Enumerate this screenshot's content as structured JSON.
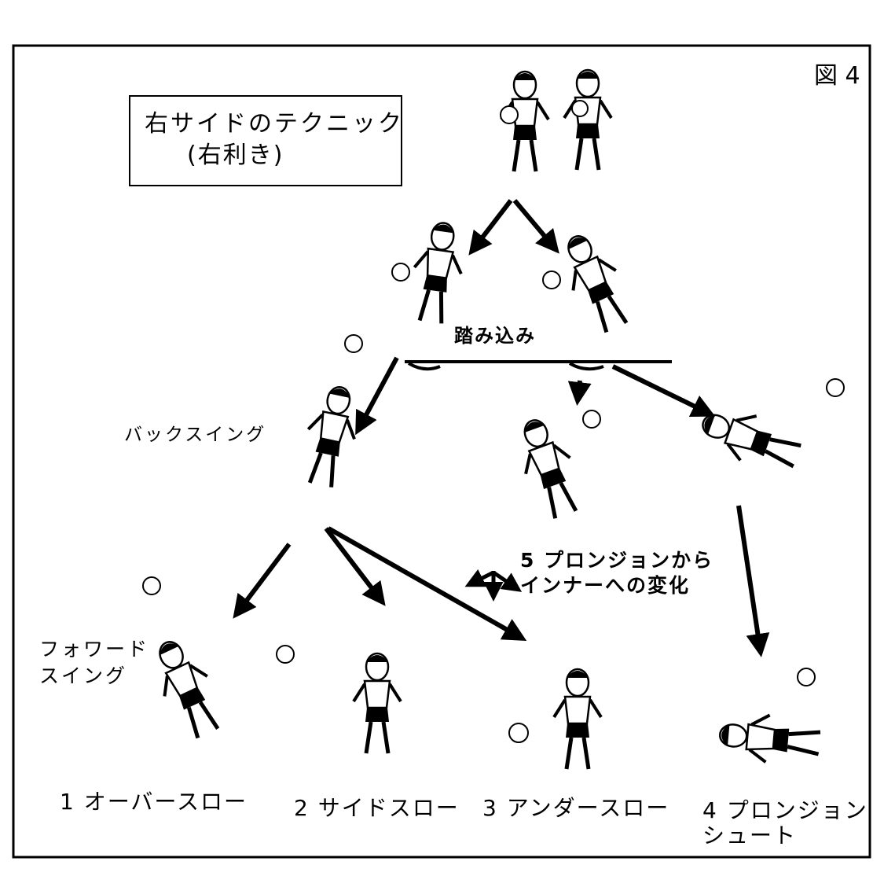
{
  "figure_label": "図 4",
  "title": {
    "line1": "右サイドのテクニック",
    "line2": "(右利き)"
  },
  "labels": {
    "fumikomi": "踏み込み",
    "backswing": "バックスイング",
    "forward_swing": "フォワード\nスイング",
    "overthrow": "1 オーバースロー",
    "sidethrow": "2 サイドスロー",
    "underthrow": "3 アンダースロー",
    "plunge_shoot": "4 プロンジョン\nシュート",
    "plunge_to_inner": "5 プロンジョンから\nインナーへの変化"
  },
  "colors": {
    "ink": "#000000",
    "paper": "#ffffff"
  }
}
